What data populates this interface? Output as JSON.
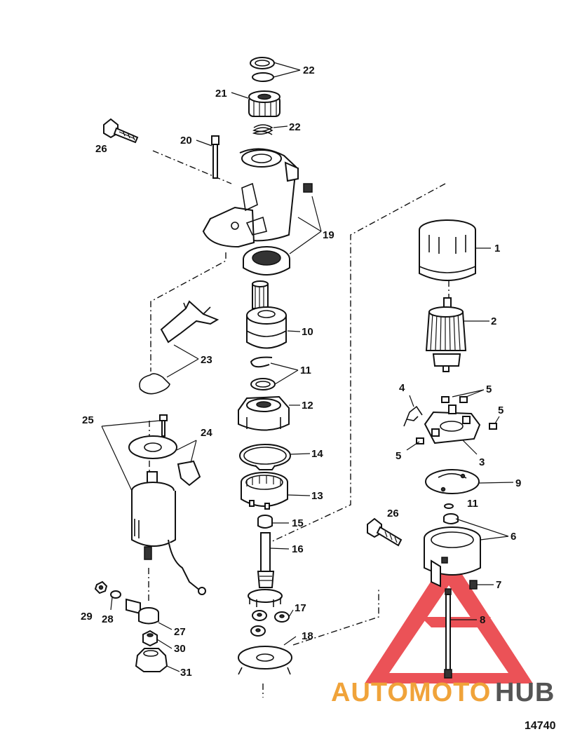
{
  "figure_number": "14740",
  "watermark": {
    "text_colored": "AUTOMOTO",
    "text_dark": "HUB",
    "colors": {
      "triangle": "#e8343a",
      "text_colored": "#f0a33a",
      "text_dark": "#555555"
    }
  },
  "parts": [
    {
      "id": "p1",
      "label": "1"
    },
    {
      "id": "p2",
      "label": "2"
    },
    {
      "id": "p3",
      "label": "3"
    },
    {
      "id": "p4",
      "label": "4"
    },
    {
      "id": "p5a",
      "label": "5"
    },
    {
      "id": "p5b",
      "label": "5"
    },
    {
      "id": "p5c",
      "label": "5"
    },
    {
      "id": "p6",
      "label": "6"
    },
    {
      "id": "p7",
      "label": "7"
    },
    {
      "id": "p8",
      "label": "8"
    },
    {
      "id": "p9",
      "label": "9"
    },
    {
      "id": "p10",
      "label": "10"
    },
    {
      "id": "p11a",
      "label": "11"
    },
    {
      "id": "p11b",
      "label": "11"
    },
    {
      "id": "p12",
      "label": "12"
    },
    {
      "id": "p13",
      "label": "13"
    },
    {
      "id": "p14",
      "label": "14"
    },
    {
      "id": "p15",
      "label": "15"
    },
    {
      "id": "p16",
      "label": "16"
    },
    {
      "id": "p17",
      "label": "17"
    },
    {
      "id": "p18",
      "label": "18"
    },
    {
      "id": "p19",
      "label": "19"
    },
    {
      "id": "p20",
      "label": "20"
    },
    {
      "id": "p21",
      "label": "21"
    },
    {
      "id": "p22a",
      "label": "22"
    },
    {
      "id": "p22b",
      "label": "22"
    },
    {
      "id": "p23",
      "label": "23"
    },
    {
      "id": "p24",
      "label": "24"
    },
    {
      "id": "p25",
      "label": "25"
    },
    {
      "id": "p26a",
      "label": "26"
    },
    {
      "id": "p26b",
      "label": "26"
    },
    {
      "id": "p27",
      "label": "27"
    },
    {
      "id": "p28",
      "label": "28"
    },
    {
      "id": "p29",
      "label": "29"
    },
    {
      "id": "p30",
      "label": "30"
    },
    {
      "id": "p31",
      "label": "31"
    }
  ]
}
